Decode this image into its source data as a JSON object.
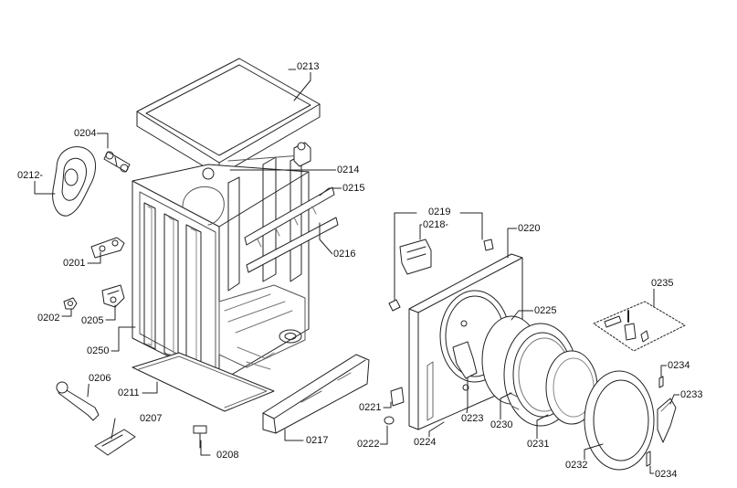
{
  "diagram": {
    "labels": {
      "p0201": "0201",
      "p0202": "0202",
      "p0204": "0204",
      "p0205": "0205",
      "p0206": "0206",
      "p0207": "0207",
      "p0208": "0208",
      "p0211": "0211",
      "p0212": "0212",
      "p0213": "0213",
      "p0214": "0214",
      "p0215": "0215",
      "p0216": "0216",
      "p0217": "0217",
      "p0218": "0218",
      "p0219": "0219",
      "p0220": "0220",
      "p0221": "0221",
      "p0222": "0222",
      "p0223": "0223",
      "p0224": "0224",
      "p0225": "0225",
      "p0230": "0230",
      "p0231": "0231",
      "p0232": "0232",
      "p0233": "0233",
      "p0234a": "0234",
      "p0234b": "0234",
      "p0235": "0235",
      "p0250": "0250"
    },
    "colors": {
      "line": "#222222",
      "shade": "#bbbbbb",
      "fill": "#ffffff"
    }
  }
}
